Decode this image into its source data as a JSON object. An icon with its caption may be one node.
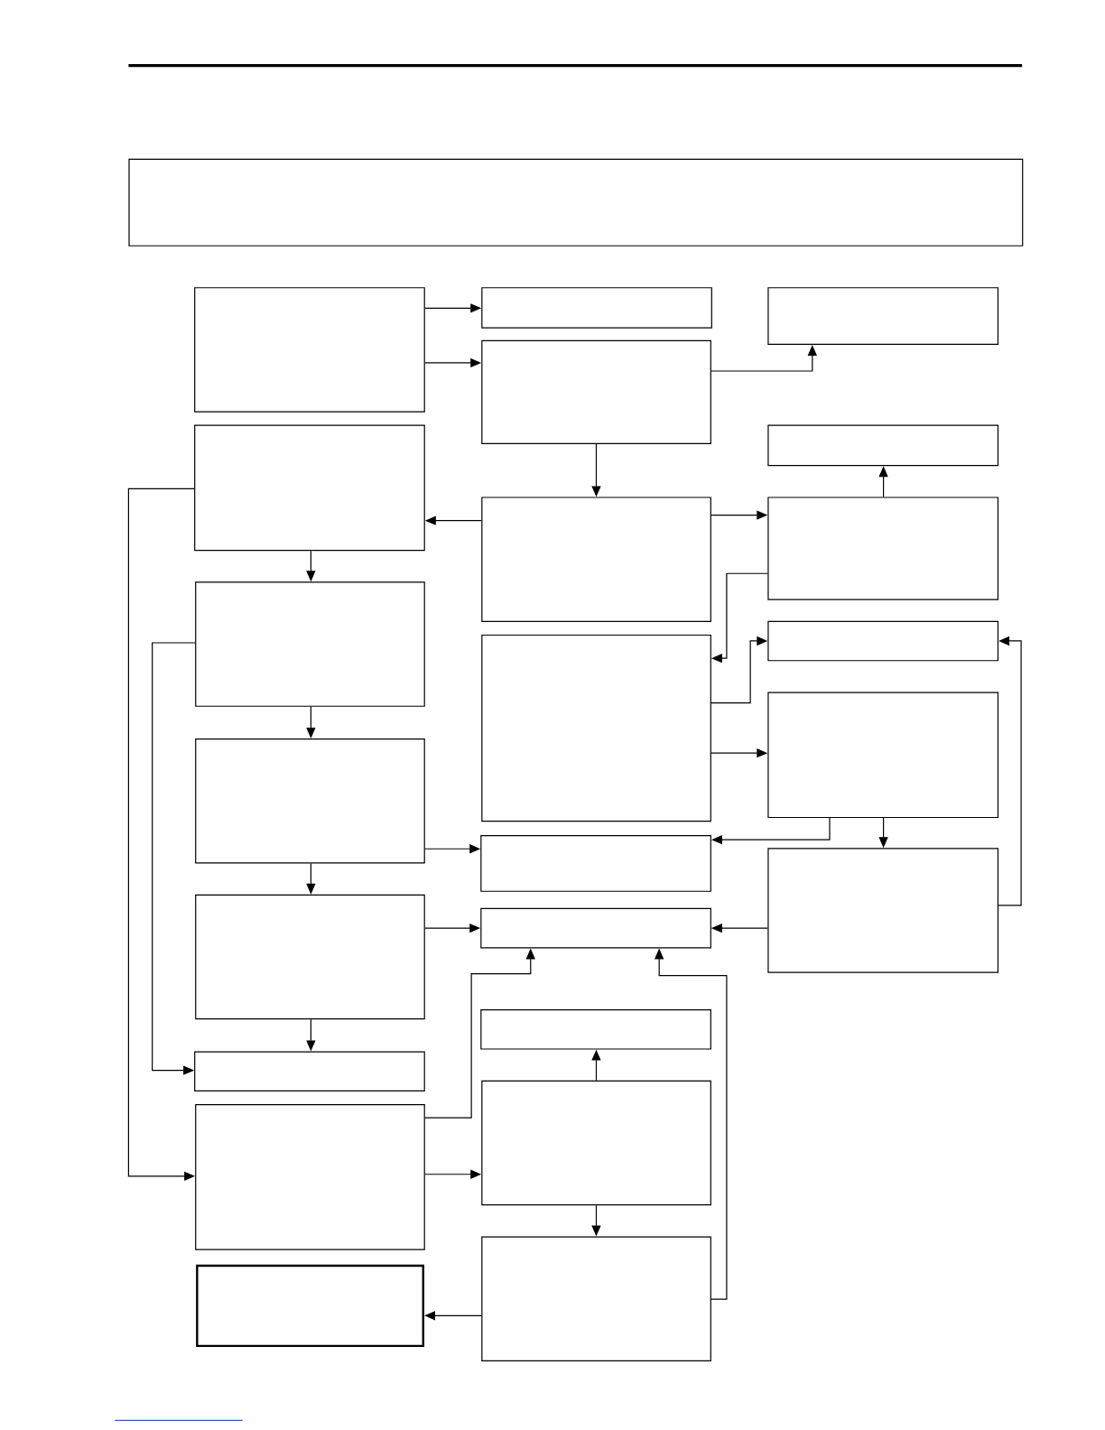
{
  "diagram": {
    "nodes": [
      {
        "text": [],
        "shape": "box"
      },
      {
        "text": [],
        "shape": "box"
      },
      {
        "text": [],
        "shape": "box"
      },
      {
        "text": [],
        "shape": "box"
      },
      {
        "text": [],
        "shape": "box"
      },
      {
        "text": [],
        "shape": "box"
      },
      {
        "text": [],
        "shape": "box"
      },
      {
        "text": [],
        "shape": "box"
      },
      {
        "text": [],
        "shape": "box"
      },
      {
        "text": [],
        "shape": "box"
      },
      {
        "text": [],
        "shape": "box"
      },
      {
        "text": [],
        "shape": "box"
      },
      {
        "text": [],
        "shape": "box"
      },
      {
        "text": [],
        "shape": "box"
      },
      {
        "text": [],
        "shape": "box"
      },
      {
        "text": [],
        "shape": "box"
      },
      {
        "text": [],
        "shape": "box"
      },
      {
        "text": [],
        "shape": "box"
      },
      {
        "text": [],
        "shape": "box"
      },
      {
        "text": [],
        "shape": "box"
      },
      {
        "text": [],
        "shape": "box"
      },
      {
        "text": [],
        "shape": "box"
      },
      {
        "text": [],
        "shape": "box"
      },
      {
        "text": [],
        "shape": "box"
      }
    ],
    "edges": [
      {
        "from": 1,
        "to": 9,
        "arrow": "to"
      },
      {
        "from": 1,
        "to": 10,
        "arrow": "to"
      },
      {
        "from": 10,
        "to": 18,
        "arrow": "to"
      },
      {
        "from": 10,
        "to": 11,
        "arrow": "to"
      },
      {
        "from": 11,
        "to": 2,
        "arrow": "to"
      },
      {
        "from": 11,
        "to": 20,
        "arrow": "to"
      },
      {
        "from": 20,
        "to": 19,
        "arrow": "to"
      },
      {
        "from": 20,
        "to": 12,
        "arrow": "to"
      },
      {
        "from": 12,
        "to": 21,
        "arrow": "to"
      },
      {
        "from": 12,
        "to": 22,
        "arrow": "to"
      },
      {
        "from": 22,
        "to": 13,
        "arrow": "to"
      },
      {
        "from": 22,
        "to": 23,
        "arrow": "to"
      },
      {
        "from": 23,
        "to": 21,
        "arrow": "to"
      },
      {
        "from": 23,
        "to": 14,
        "arrow": "to"
      },
      {
        "from": 2,
        "to": 7,
        "arrow": "to"
      },
      {
        "from": 3,
        "to": 6,
        "arrow": "to"
      },
      {
        "from": 2,
        "to": 3,
        "arrow": "to"
      },
      {
        "from": 3,
        "to": 4,
        "arrow": "to"
      },
      {
        "from": 4,
        "to": 5,
        "arrow": "to"
      },
      {
        "from": 5,
        "to": 6,
        "arrow": "to"
      },
      {
        "from": 4,
        "to": 13,
        "arrow": "to"
      },
      {
        "from": 5,
        "to": 14,
        "arrow": "to"
      },
      {
        "from": 7,
        "to": 14,
        "arrow": "to"
      },
      {
        "from": 7,
        "to": 16,
        "arrow": "to"
      },
      {
        "from": 16,
        "to": 15,
        "arrow": "to"
      },
      {
        "from": 16,
        "to": 17,
        "arrow": "to"
      },
      {
        "from": 17,
        "to": 8,
        "arrow": "to"
      },
      {
        "from": 17,
        "to": 14,
        "arrow": "to"
      }
    ]
  }
}
